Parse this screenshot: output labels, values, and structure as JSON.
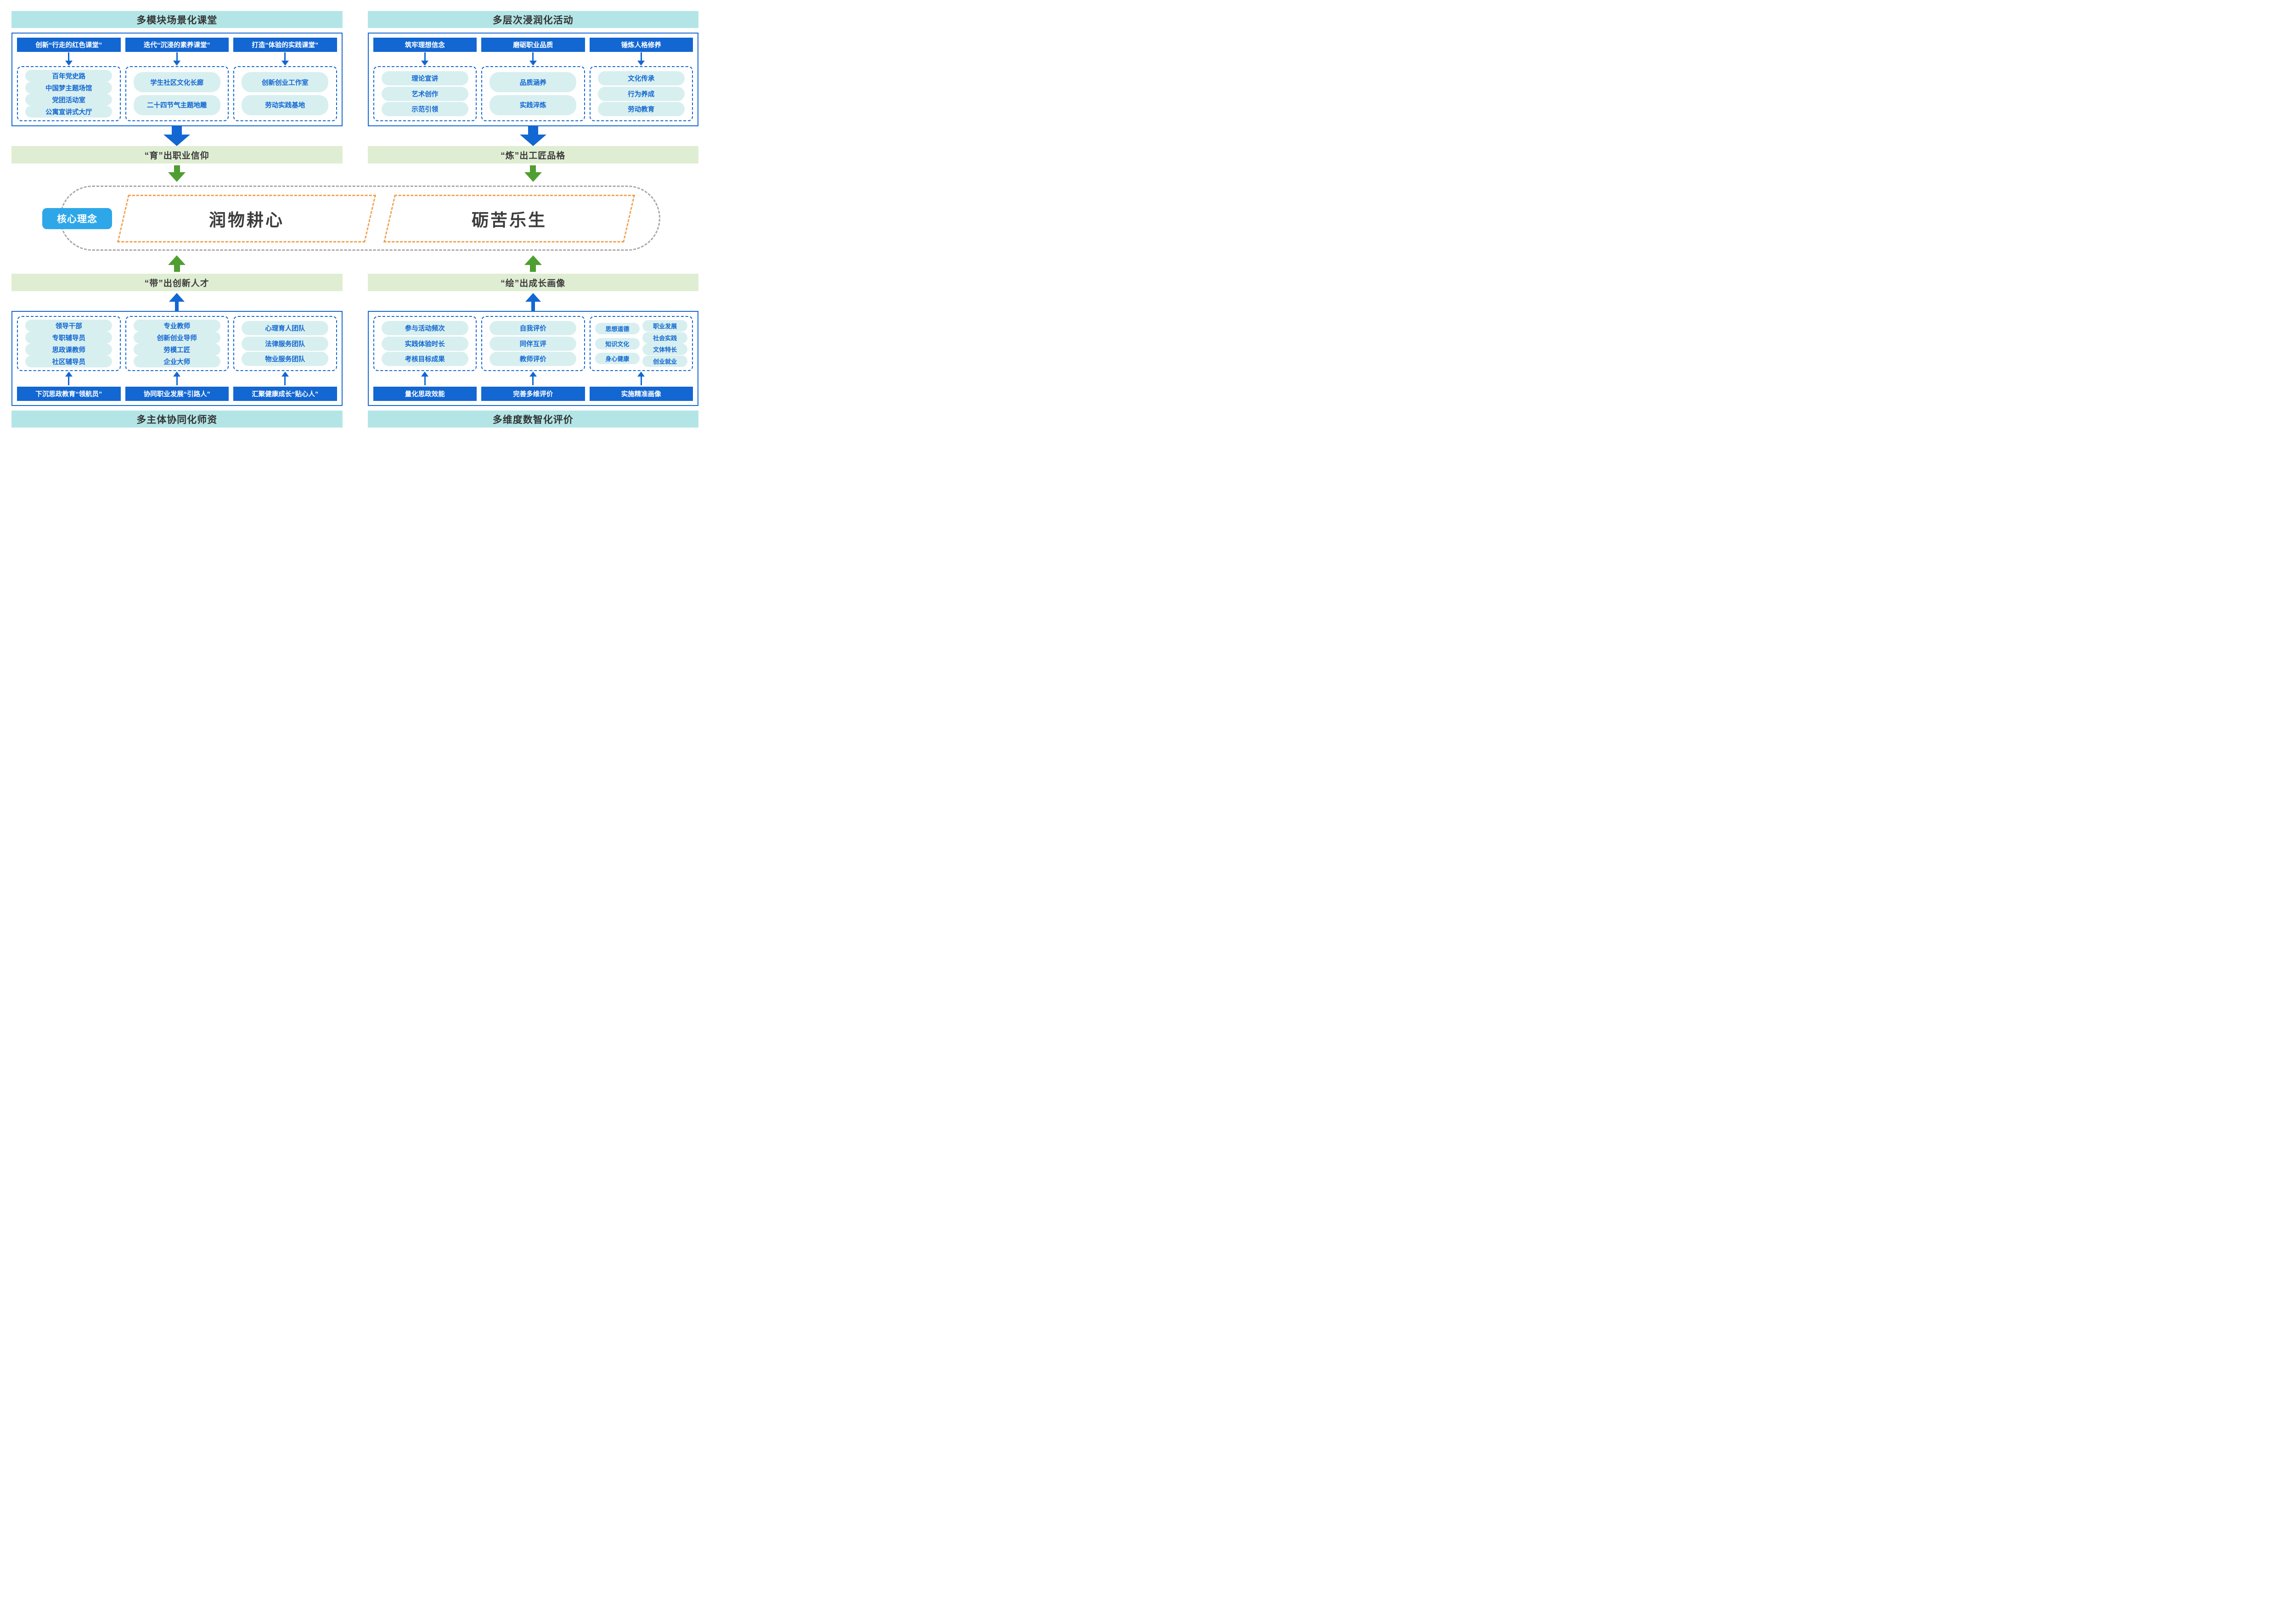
{
  "quadrants": {
    "top_left": {
      "title": "多模块场景化课堂",
      "columns": [
        {
          "header": "创新“行走的红色课堂”",
          "items": [
            "百年党史路",
            "中国梦主题场馆",
            "党团活动室",
            "公寓宣讲式大厅"
          ]
        },
        {
          "header": "迭代“沉浸的素养课堂”",
          "items": [
            "学生社区文化长廊",
            "二十四节气主题地雕"
          ]
        },
        {
          "header": "打造“体验的实践课堂”",
          "items": [
            "创新创业工作室",
            "劳动实践基地"
          ]
        }
      ]
    },
    "top_right": {
      "title": "多层次浸润化活动",
      "columns": [
        {
          "header": "筑牢理想信念",
          "items": [
            "理论宣讲",
            "艺术创作",
            "示范引领"
          ]
        },
        {
          "header": "磨砺职业品质",
          "items": [
            "品质涵养",
            "实践淬炼"
          ]
        },
        {
          "header": "锤炼人格修养",
          "items": [
            "文化传承",
            "行为养成",
            "劳动教育"
          ]
        }
      ]
    },
    "bottom_left": {
      "title": "多主体协同化师资",
      "columns": [
        {
          "header": "下沉思政教育“领航员”",
          "items": [
            "领导干部",
            "专职辅导员",
            "思政课教师",
            "社区辅导员"
          ]
        },
        {
          "header": "协同职业发展“引路人”",
          "items": [
            "专业教师",
            "创新创业导师",
            "劳模工匠",
            "企业大师"
          ]
        },
        {
          "header": "汇聚健康成长“贴心人”",
          "items": [
            "心理育人团队",
            "法律服务团队",
            "物业服务团队"
          ]
        }
      ]
    },
    "bottom_right": {
      "title": "多维度数智化评价",
      "columns": [
        {
          "header": "量化思政效能",
          "items": [
            "参与活动频次",
            "实践体验时长",
            "考核目标成果"
          ]
        },
        {
          "header": "完善多维评价",
          "items": [
            "自我评价",
            "同伴互评",
            "教师评价"
          ]
        },
        {
          "header": "实施精准画像",
          "items_left": [
            "思想道德",
            "知识文化",
            "身心健康"
          ],
          "items_right": [
            "职业发展",
            "社会实践",
            "文体特长",
            "创业就业"
          ]
        }
      ]
    }
  },
  "bands": {
    "top_left_label": "“育”出职业信仰",
    "top_right_label": "“炼”出工匠品格",
    "bottom_left_label": "“带”出创新人才",
    "bottom_right_label": "“绘”出成长画像"
  },
  "center": {
    "badge": "核心理念",
    "left_concept": "润物耕心",
    "right_concept": "砺苦乐生"
  },
  "colors": {
    "primary_blue": "#1267d2",
    "teal_bar": "#b3e5e6",
    "pill_bg": "#d8eff0",
    "green_bar_bg": "#dfedd2",
    "green_arrow": "#4f9e31",
    "badge_blue": "#2ea7e9",
    "orange_dash": "#f0a14f",
    "gray_dash": "#a9a9a9"
  }
}
